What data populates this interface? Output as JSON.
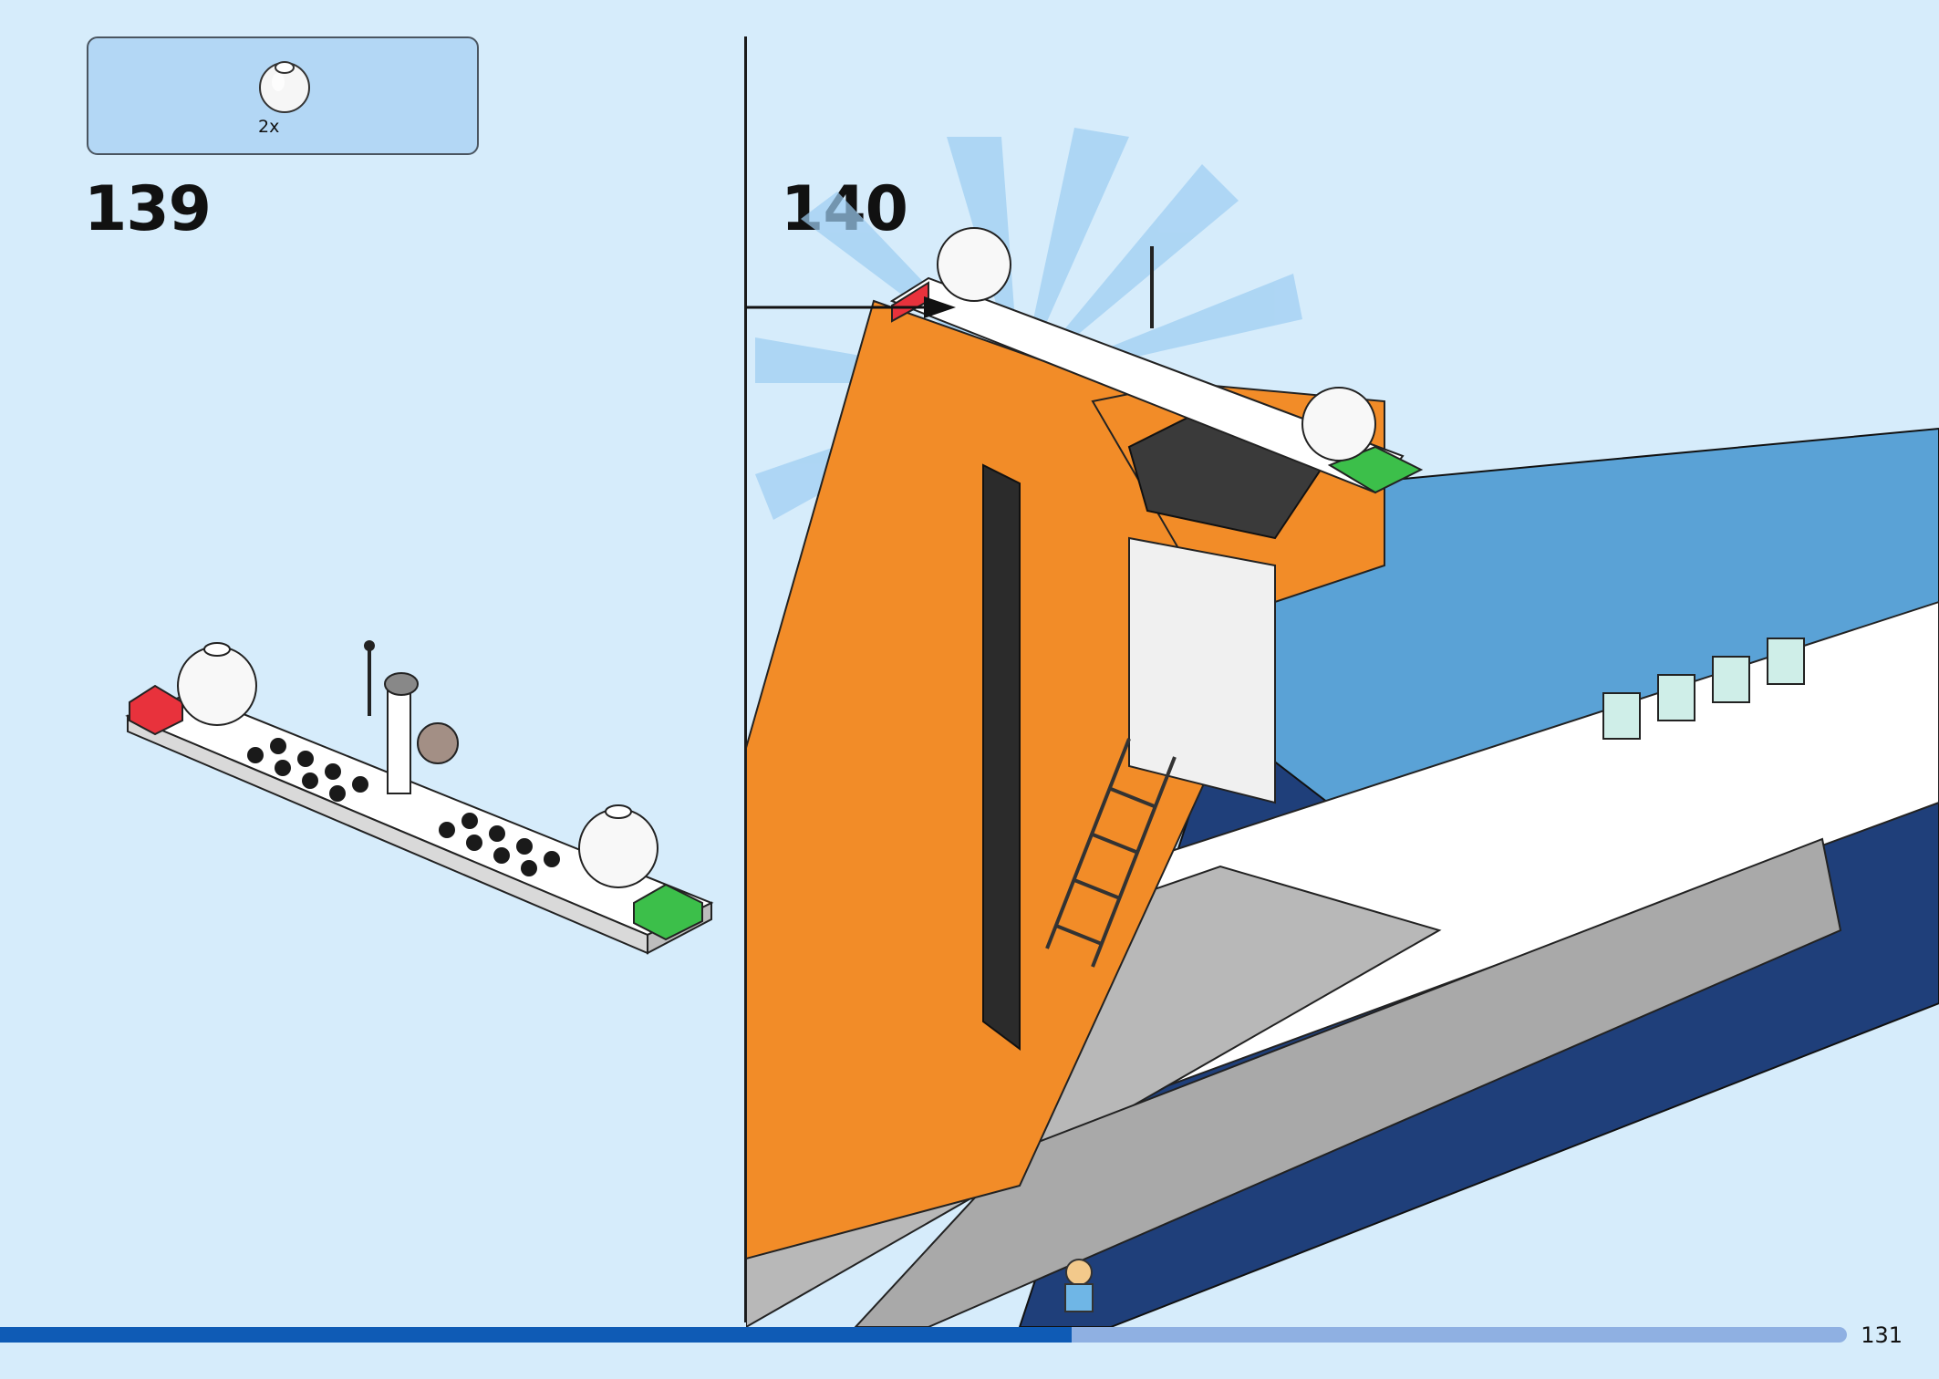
{
  "parts_callout": {
    "quantity": "2x",
    "part_icon": "white-round-dish-icon"
  },
  "steps": [
    {
      "number": "139"
    },
    {
      "number": "140"
    }
  ],
  "footer": {
    "page_number": "131",
    "progress": 0.58
  },
  "colors": {
    "background": "#d6ecfb",
    "callout": "#b3d7f5",
    "progress_fill": "#0f5bb5",
    "progress_track": "#8fb0e2",
    "hull_blue": "#1f3f7a",
    "orange": "#f28c28"
  }
}
